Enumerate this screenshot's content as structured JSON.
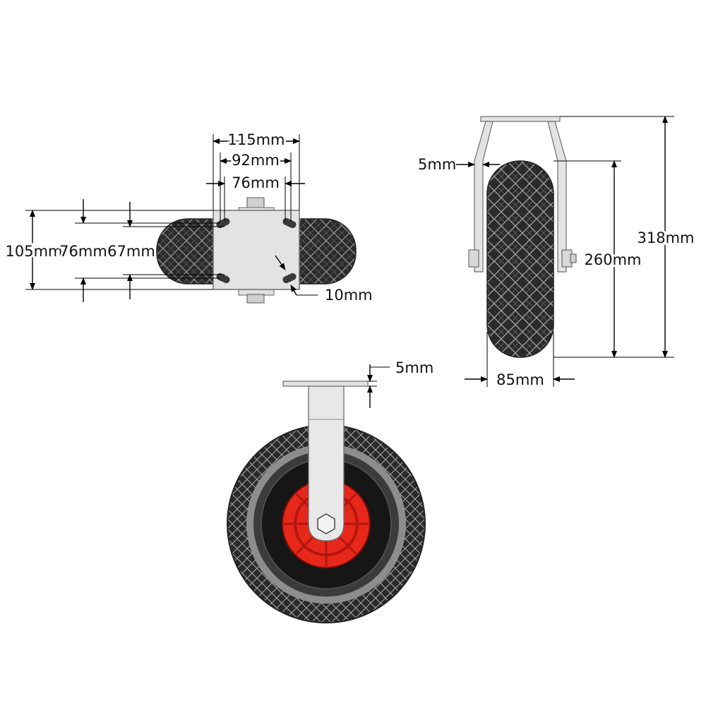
{
  "colors": {
    "tire": "#2b2b2b",
    "tread_line": "#9a9a9a",
    "metal": "#e3e3e3",
    "metal_edge": "#6e6e6e",
    "hub_red": "#e8271b",
    "hub_dark": "#b3170f",
    "line": "#000000"
  },
  "top_view": {
    "dim_width_outer": "115mm",
    "dim_width_holes": "92mm",
    "dim_width_inner": "76mm",
    "dim_height_outer": "105mm",
    "dim_height_holes": "76mm",
    "dim_height_inner": "67mm",
    "dim_hole": "10mm"
  },
  "side_view": {
    "dim_fork_thickness": "5mm",
    "dim_wheel_diameter": "260mm",
    "dim_total_height": "318mm",
    "dim_wheel_width": "85mm"
  },
  "front_view": {
    "dim_plate_thickness": "5mm"
  }
}
